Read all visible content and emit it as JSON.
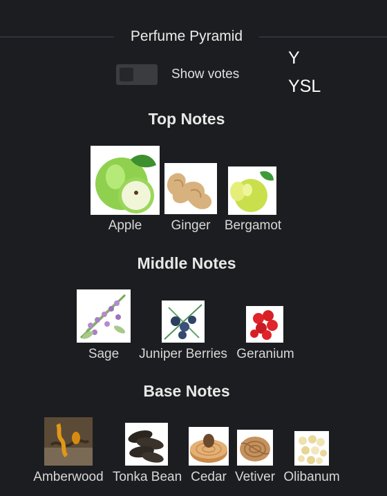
{
  "header": {
    "title": "Perfume Pyramid"
  },
  "toggle": {
    "label": "Show votes",
    "checked": false
  },
  "brand": {
    "line1": "Y",
    "line2": "YSL"
  },
  "sections": {
    "top": {
      "title": "Top Notes",
      "notes": [
        {
          "name": "Apple",
          "icon": "apple-icon"
        },
        {
          "name": "Ginger",
          "icon": "ginger-icon"
        },
        {
          "name": "Bergamot",
          "icon": "bergamot-icon"
        }
      ]
    },
    "middle": {
      "title": "Middle Notes",
      "notes": [
        {
          "name": "Sage",
          "icon": "sage-icon"
        },
        {
          "name": "Juniper Berries",
          "icon": "juniper-berries-icon"
        },
        {
          "name": "Geranium",
          "icon": "geranium-icon"
        }
      ]
    },
    "base": {
      "title": "Base Notes",
      "notes": [
        {
          "name": "Amberwood",
          "icon": "amberwood-icon"
        },
        {
          "name": "Tonka Bean",
          "icon": "tonka-bean-icon"
        },
        {
          "name": "Cedar",
          "icon": "cedar-icon"
        },
        {
          "name": "Vetiver",
          "icon": "vetiver-icon"
        },
        {
          "name": "Olibanum",
          "icon": "olibanum-icon"
        }
      ]
    }
  },
  "colors": {
    "background": "#1c1d20",
    "text": "#e2e2e2",
    "rule": "#3d4a55"
  }
}
